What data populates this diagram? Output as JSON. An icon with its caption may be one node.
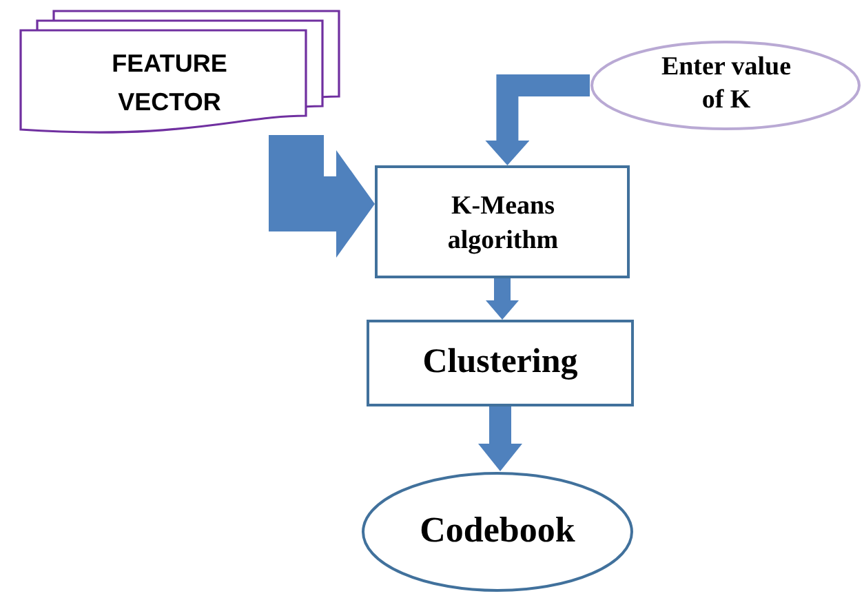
{
  "diagram": {
    "nodes": [
      {
        "text": [
          "FEATURE VECTOR"
        ]
      },
      {
        "text": [
          "Enter value of K"
        ]
      },
      {
        "text": [
          "K-Means algorithm"
        ]
      },
      {
        "text": [
          "Clustering"
        ]
      },
      {
        "text": [
          "Codebook"
        ]
      }
    ],
    "edges": [
      {
        "from": 0,
        "to": 2,
        "arrow": "to",
        "style": "thick"
      },
      {
        "from": 1,
        "to": 2,
        "arrow": "to"
      },
      {
        "from": 2,
        "to": 3,
        "arrow": "to"
      },
      {
        "from": 3,
        "to": 4,
        "arrow": "to"
      }
    ]
  }
}
